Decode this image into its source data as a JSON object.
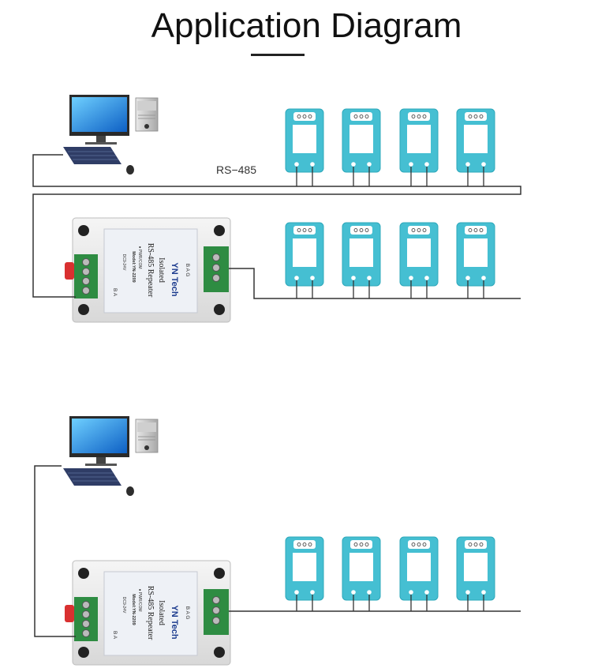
{
  "title": "Application Diagram",
  "bus_label": "RS−485",
  "repeater": {
    "brand": "YN Tech",
    "line1": "Isolated",
    "line2": "RS-485 Repeater",
    "model": "Model:YN-2209",
    "indicator": "● PWR/COM",
    "power": "DC9-24V",
    "left_terminals": "B    A",
    "right_terminals": "B  A  G"
  },
  "colors": {
    "device": "#45bfd2",
    "device_dark": "#2ea8bb",
    "wire": "#333333",
    "label_blue": "#1e3d8f"
  }
}
